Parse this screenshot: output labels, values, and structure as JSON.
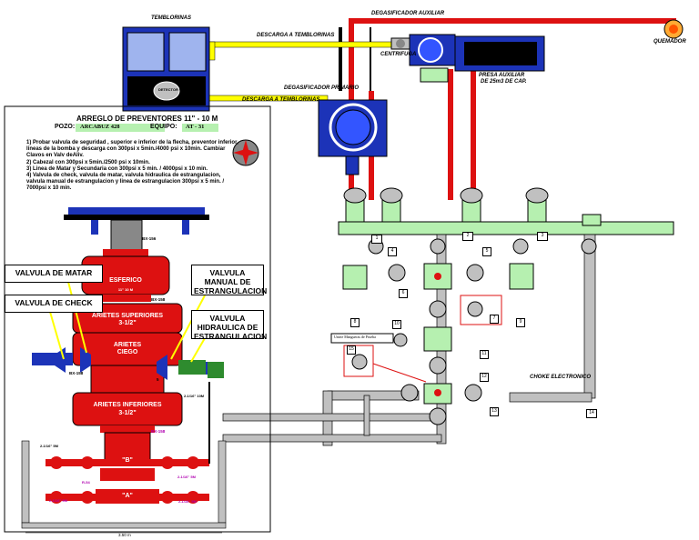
{
  "top_labels": {
    "temblorinas": "TEMBLORINAS",
    "degasificador_auxiliar": "DEGASIFICADOR AUXILIAR",
    "quemador": "QUEMADOR",
    "descarga_temblorinas_1": "DESCARGA A TEMBLORINAS",
    "descarga_temblorinas_2": "DESCARGA A TEMBLORINAS",
    "centrifuga": "CENTRIFUGA",
    "presa_auxiliar_1": "PRESA AUXILIAR",
    "presa_auxiliar_2": "DE 25m3 DE CAP.",
    "degasificador_primario": "DEGASIFICADOR PRIMARIO",
    "detector_gas": "DETECTOR GAS",
    "choke_electronico": "CHOKE ELECTRONICO"
  },
  "header": {
    "title": "ARREGLO DE PREVENTORES  11\" - 10 M",
    "pozo_label": "POZO:",
    "pozo_value": "ARCABUZ 428",
    "equipo_label": "EQUIPO:",
    "equipo_value": "AT - 31"
  },
  "notes": [
    "1) Probar valvula de seguridad , superior e inferior de la flecha, preventor inferior, lineas de la bomba y descarga  con 300psi x 5min./4000 psi x 10min. Cambiar Clavos en Valv deAliv.",
    "2) Cabezal con 300psi x 5min./2500 psi x 10min.",
    "3) Linea de Matar y Secundaria con 300psi x 5 min. / 4000psi x 10 min.",
    "4) Valvula de check, valvula de matar, valvula hidraulica de estrangulacion, valvula manual de estrangulacion y linea de estrangulacion 300psi x 5 min. / 7000psi x 10 min."
  ],
  "callouts": {
    "valvula_matar": "VALVULA DE MATAR",
    "valvula_check": "VALVULA DE CHECK",
    "valvula_manual": "VALVULA MANUAL DE ESTRANGULACION",
    "valvula_hidraulica": "VALVULA HIDRAULICA DE ESTRANGULACION"
  },
  "bop_labels": {
    "esferico": "ESFERICO",
    "esferico_sub": "11\" 10 M",
    "arietes_sup_1": "ARIETES SUPERIORES",
    "arietes_sup_2": "3-1/2\"",
    "arietes_ciego_1": "ARIETES",
    "arietes_ciego_2": "CIEGO",
    "arietes_inf_1": "ARIETES INFERIORES",
    "arietes_inf_2": "3-1/2\"",
    "b_label": "\"B\"",
    "a_label": "\"A\"",
    "bx158_1": "BX-158",
    "bx158_2": "BX-158",
    "bx158_3": "BX-158",
    "bx156": "BX-156",
    "size_a": "2-1/16\" 10M",
    "size_b": "2-1/16\" 5M",
    "size_c": "2-1/16\" 5M",
    "size_d": "2-1/16\" 5M",
    "size_e": "2-1/16\" 5M",
    "r54": "R-54",
    "flange_label": "13\" 10M",
    "dim": "3.50 m",
    "unit_label": "Unirte Mangueras de Prueba",
    "num_5": "5"
  },
  "choke_boxes": [
    "1",
    "2",
    "3",
    "4",
    "5",
    "6",
    "7",
    "8",
    "9",
    "10",
    "11",
    "12",
    "13",
    "14",
    "15"
  ],
  "colors": {
    "red": "#dd1111",
    "blue": "#1c33b8",
    "green": "#b6f0b0",
    "yellow": "#ffff00",
    "gray": "#c0c0c0"
  }
}
